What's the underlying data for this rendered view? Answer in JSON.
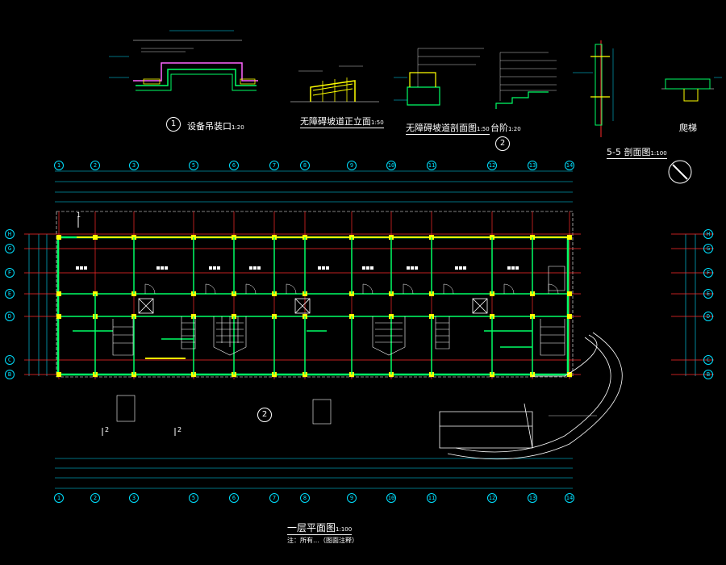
{
  "drawing": {
    "main_title": "一层平面图",
    "main_scale": "1:100",
    "note": "注：所有…（图面注释）",
    "details": [
      {
        "num": "1",
        "title": "设备吊装口",
        "scale": "1:20"
      },
      {
        "title": "无障碍坡道正立面",
        "scale": "1:50"
      },
      {
        "title": "无障碍坡道剖面图",
        "scale": "1:50"
      },
      {
        "num": "2",
        "title": "台阶",
        "scale": "1:20"
      },
      {
        "title": "5-5 剖面图",
        "scale": "1:100"
      },
      {
        "title": "爬梯",
        "scale": ""
      }
    ],
    "section_marks": [
      "1",
      "2",
      "2"
    ],
    "axis_top": [
      "1",
      "2",
      "3",
      "5",
      "6",
      "7",
      "8",
      "9",
      "10",
      "11",
      "12",
      "13",
      "14"
    ],
    "axis_bottom": [
      "1",
      "2",
      "3",
      "5",
      "6",
      "7",
      "8",
      "9",
      "10",
      "11",
      "12",
      "13",
      "14"
    ],
    "axis_left": [
      "H",
      "G",
      "F",
      "E",
      "D",
      "C",
      "B"
    ],
    "axis_right": [
      "H",
      "G",
      "F",
      "E",
      "D",
      "C",
      "B"
    ]
  },
  "colors": {
    "background": "#000000",
    "wall": "#00ff66",
    "column": "#ffff00",
    "axis": "#00e0ff",
    "dimension": "#00e0ff",
    "grid_red": "#ff2a2a",
    "text": "#ffffff"
  }
}
